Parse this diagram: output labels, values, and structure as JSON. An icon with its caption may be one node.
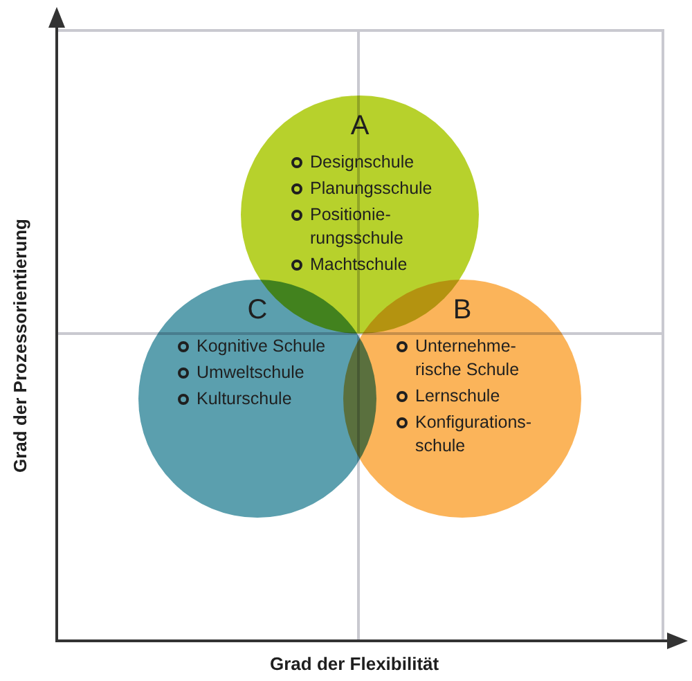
{
  "diagram": {
    "nodes": [
      {
        "text": [
          "A",
          "Designschule",
          "Planungsschule",
          "Positionie- rungsschule",
          "Machtschule"
        ]
      },
      {
        "text": [
          "B",
          "Unternehme- rische Schule",
          "Lernschule",
          "Konfigurations- schule"
        ]
      },
      {
        "text": [
          "C",
          "Kognitive Schule",
          "Umweltschule",
          "Kulturschule"
        ]
      }
    ],
    "labels": [
      "Grad der Prozessorientierung",
      "Grad der Flexibilität"
    ]
  }
}
